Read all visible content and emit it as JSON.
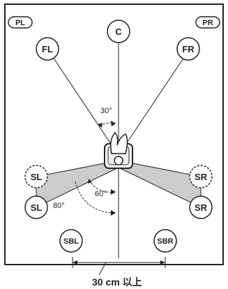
{
  "corners": {
    "left": "PL",
    "right": "PR"
  },
  "speakers": {
    "center": "C",
    "front_left": "FL",
    "front_right": "FR",
    "surround_left_upper": "SL",
    "surround_right_upper": "SR",
    "surround_left": "SL",
    "surround_right": "SR",
    "surround_back_left": "SBL",
    "surround_back_right": "SBR"
  },
  "angles": {
    "front": "30°",
    "surround_near": "60°",
    "surround_far": "80°"
  },
  "distance_label": "30 cm 以上",
  "colors": {
    "line": "#222222",
    "zone": "#cccccc",
    "background": "#ffffff"
  }
}
